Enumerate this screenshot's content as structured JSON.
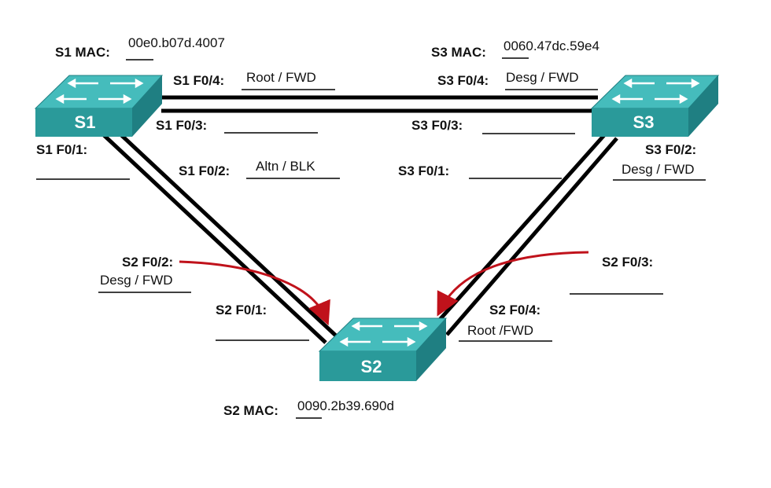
{
  "colors": {
    "switch_front": "#2a9a9a",
    "switch_top": "#45bcbc",
    "switch_top_dark": "#1f7f82",
    "link": "#000000",
    "arrow": "#c0121b"
  },
  "switches": {
    "s1": {
      "name": "S1",
      "mac_label": "S1 MAC:",
      "mac_value": "00e0.b07d.4007"
    },
    "s2": {
      "name": "S2",
      "mac_label": "S2 MAC:",
      "mac_value": "0090.2b39.690d"
    },
    "s3": {
      "name": "S3",
      "mac_label": "S3 MAC:",
      "mac_value": "0060.47dc.59e4"
    }
  },
  "ports": {
    "s1_f04": {
      "label": "S1 F0/4:",
      "value": "Root / FWD"
    },
    "s1_f03": {
      "label": "S1 F0/3:",
      "value": ""
    },
    "s1_f01": {
      "label": "S1 F0/1:",
      "value": ""
    },
    "s1_f02": {
      "label": "S1 F0/2:",
      "value": "Altn / BLK"
    },
    "s3_f04": {
      "label": "S3 F0/4:",
      "value": "Desg / FWD"
    },
    "s3_f03": {
      "label": "S3 F0/3:",
      "value": ""
    },
    "s3_f01": {
      "label": "S3 F0/1:",
      "value": ""
    },
    "s3_f02": {
      "label": "S3 F0/2:",
      "value": "Desg / FWD"
    },
    "s2_f02": {
      "label": "S2 F0/2:",
      "value": "Desg / FWD"
    },
    "s2_f01": {
      "label": "S2 F0/1:",
      "value": ""
    },
    "s2_f03": {
      "label": "S2 F0/3:",
      "value": ""
    },
    "s2_f04": {
      "label": "S2 F0/4:",
      "value": "Root /FWD"
    }
  }
}
